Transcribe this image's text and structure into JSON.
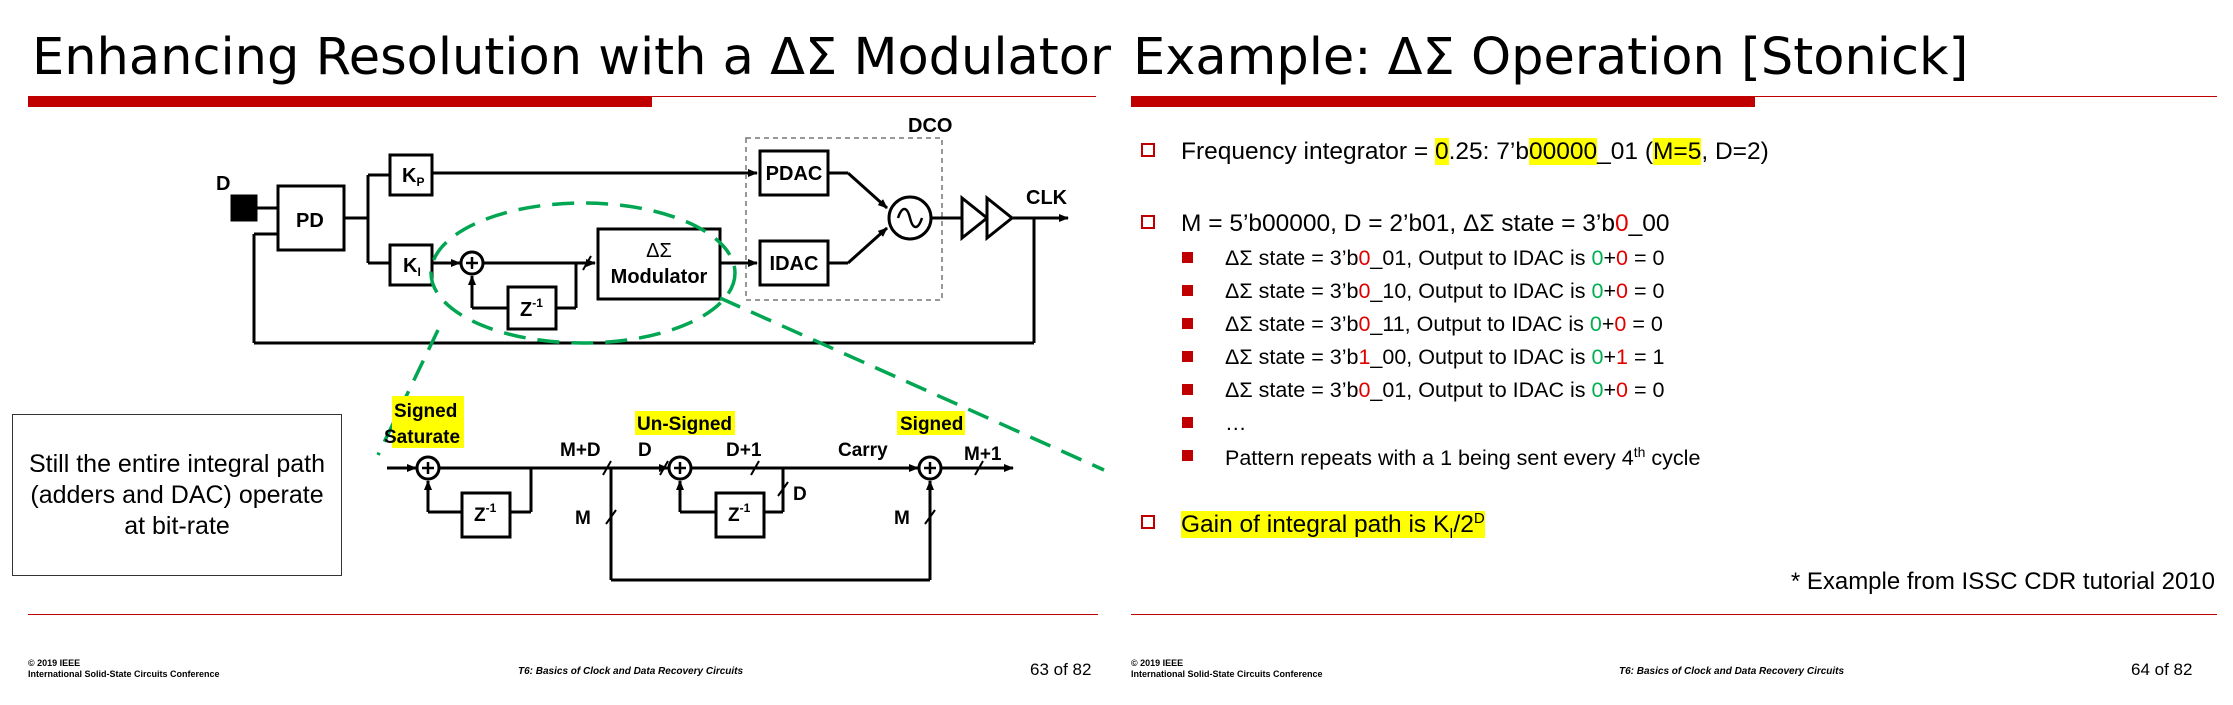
{
  "left": {
    "title": "Enhancing Resolution with a ΔΣ Modulator",
    "diagram": {
      "input_label": "D",
      "pd": "PD",
      "kp": "K",
      "kp_sub": "P",
      "ki": "K",
      "ki_sub": "I",
      "z_inv": "Z",
      "z_sup": "-1",
      "modulator_line1": "ΔΣ",
      "modulator_line2": "Modulator",
      "pdac": "PDAC",
      "idac": "IDAC",
      "dco": "DCO",
      "clk": "CLK"
    },
    "detail": {
      "signed_saturate_line1": "Signed",
      "signed_saturate_line2": "Saturate",
      "unsigned": "Un-Signed",
      "signed": "Signed",
      "m_plus_d": "M+D",
      "d": "D",
      "d_plus_1": "D+1",
      "carry": "Carry",
      "m_plus_1": "M+1",
      "m": "M",
      "d_fb": "D",
      "m2": "M"
    },
    "note": "Still the entire integral path (adders and DAC) operate at bit-rate",
    "footer": {
      "copyright_line1": "© 2019 IEEE",
      "copyright_line2": "International Solid-State Circuits Conference",
      "course": "T6: Basics of Clock and Data Recovery Circuits",
      "page": "63 of 82"
    }
  },
  "right": {
    "title": "Example: ΔΣ Operation [Stonick]",
    "bullet1": {
      "prefix": "Frequency integrator = ",
      "hl_zero": "0",
      "mid": ".25: 7’b",
      "hl_zeros": "00000",
      "after": "_01 (",
      "hl_m": "M=5",
      "tail": ", D=2)"
    },
    "bullet2": {
      "prefix": "M = 5’b00000, D = 2’b01, ΔΣ state = 3’b",
      "red": "0",
      "tail": "_00"
    },
    "subbullets": [
      {
        "pre": "ΔΣ state = 3’b",
        "red": "0",
        "mid": "_01, Output to IDAC is ",
        "g": "0",
        "plus": "+",
        "r": "0",
        "eq": " = 0"
      },
      {
        "pre": "ΔΣ state = 3’b",
        "red": "0",
        "mid": "_10, Output to IDAC is ",
        "g": "0",
        "plus": "+",
        "r": "0",
        "eq": " = 0"
      },
      {
        "pre": "ΔΣ state = 3’b",
        "red": "0",
        "mid": "_11, Output to IDAC is ",
        "g": "0",
        "plus": "+",
        "r": "0",
        "eq": " = 0"
      },
      {
        "pre": "ΔΣ state = 3’b",
        "red": "1",
        "mid": "_00, Output to IDAC is ",
        "g": "0",
        "plus": "+",
        "r": "1",
        "eq": " = 1"
      },
      {
        "pre": "ΔΣ state = 3’b",
        "red": "0",
        "mid": "_01, Output to IDAC is ",
        "g": "0",
        "plus": "+",
        "r": "0",
        "eq": " = 0"
      }
    ],
    "ellipsis": "…",
    "pattern_pre": "Pattern repeats with a 1 being sent every 4",
    "pattern_sup": "th",
    "pattern_post": " cycle",
    "gain_pre": "Gain of integral path is K",
    "gain_sub": "I",
    "gain_mid": "/2",
    "gain_sup": "D",
    "footnote": "* Example from ISSC CDR tutorial 2010",
    "footer": {
      "copyright_line1": "© 2019 IEEE",
      "copyright_line2": "International Solid-State Circuits Conference",
      "course": "T6: Basics of Clock and Data Recovery Circuits",
      "page": "64 of 82"
    }
  },
  "colors": {
    "accent_red": "#c00000",
    "highlight": "#ffff00",
    "green_dashed": "#00a651",
    "value_red": "#e00000",
    "value_green": "#00b050"
  }
}
